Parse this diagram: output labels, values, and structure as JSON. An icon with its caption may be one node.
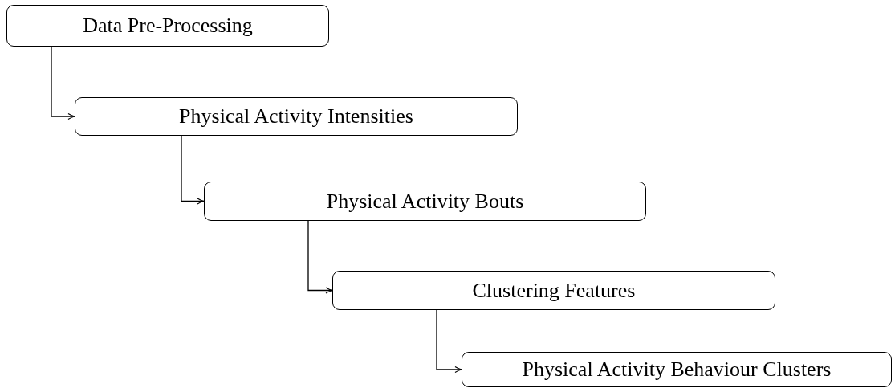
{
  "diagram": {
    "nodes": [
      {
        "text": [
          "Data Pre-Processing"
        ]
      },
      {
        "text": [
          "Physical Activity Intensities"
        ]
      },
      {
        "text": [
          "Physical Activity Bouts"
        ]
      },
      {
        "text": [
          "Clustering Features"
        ]
      },
      {
        "text": [
          "Physical Activity Behaviour Clusters"
        ]
      }
    ],
    "edges": [
      {
        "from": 0,
        "to": 1,
        "arrow": "to"
      },
      {
        "from": 1,
        "to": 2,
        "arrow": "to"
      },
      {
        "from": 2,
        "to": 3,
        "arrow": "to"
      },
      {
        "from": 3,
        "to": 4,
        "arrow": "to"
      }
    ]
  }
}
